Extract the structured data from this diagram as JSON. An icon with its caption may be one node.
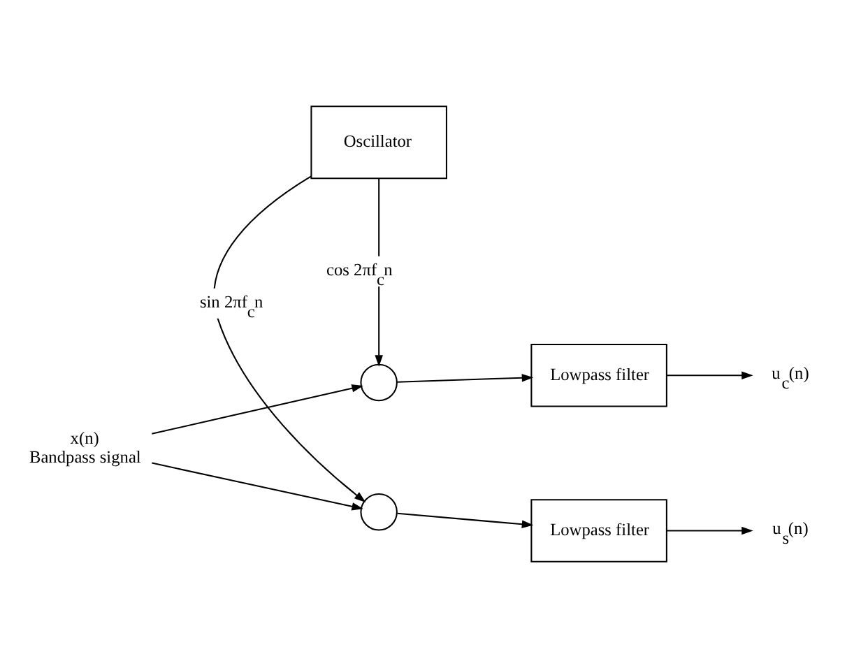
{
  "diagram": {
    "nodes": [
      {
        "text": [
          "x(n)",
          "Bandpass signal"
        ]
      },
      {
        "text": [],
        "shape": "circle"
      },
      {
        "text": [
          "Lowpass filter"
        ]
      },
      {
        "text": [
          "u$_{c}$(n)"
        ]
      },
      {
        "text": [
          "Oscillator"
        ]
      },
      {
        "text": [],
        "shape": "circle"
      },
      {
        "text": [
          "Lowpass filter"
        ]
      },
      {
        "text": [
          "u$_{s}$(n)"
        ]
      }
    ],
    "edges": [
      {
        "from": 0,
        "to": 1,
        "arrow": "to"
      },
      {
        "from": 0,
        "to": 5,
        "arrow": "to"
      },
      {
        "from": 1,
        "to": 2,
        "arrow": "to"
      },
      {
        "from": 2,
        "to": 3,
        "arrow": "to"
      },
      {
        "from": 4,
        "to": 1,
        "arrow": "to",
        "label": "cos 2πf$_{c}$n"
      },
      {
        "from": 4,
        "to": 5,
        "arrow": "to",
        "label": "sin 2πf$_{c}$n"
      },
      {
        "from": 5,
        "to": 6,
        "arrow": "to"
      },
      {
        "from": 6,
        "to": 7,
        "arrow": "to"
      }
    ]
  }
}
